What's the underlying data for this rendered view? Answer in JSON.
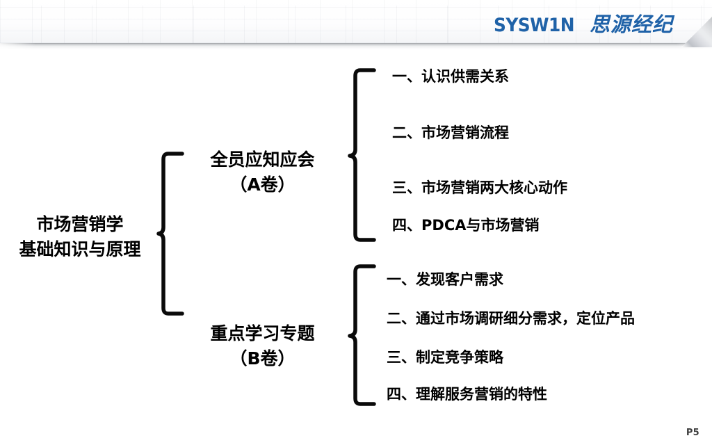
{
  "slide": {
    "page_label": "P5",
    "background_color": "#ffffff"
  },
  "header": {
    "logo_mark": "SYSW1N",
    "logo_chinese": "思源经纪",
    "logo_color": "#1F62A8"
  },
  "diagram": {
    "type": "bracket-tree",
    "root": {
      "line1": "市场营销学",
      "line2": "基础知识与原理"
    },
    "branches": [
      {
        "title_line1": "全员应知应会",
        "title_line2": "（A卷）",
        "items": [
          "一、认识供需关系",
          "二、市场营销流程",
          "三、市场营销两大核心动作",
          "四、PDCA与市场营销"
        ]
      },
      {
        "title_line1": "重点学习专题",
        "title_line2": "（B卷）",
        "items": [
          "一、发现客户需求",
          "二、通过市场调研细分需求，定位产品",
          "三、制定竞争策略",
          "四、理解服务营销的特性"
        ]
      }
    ]
  }
}
